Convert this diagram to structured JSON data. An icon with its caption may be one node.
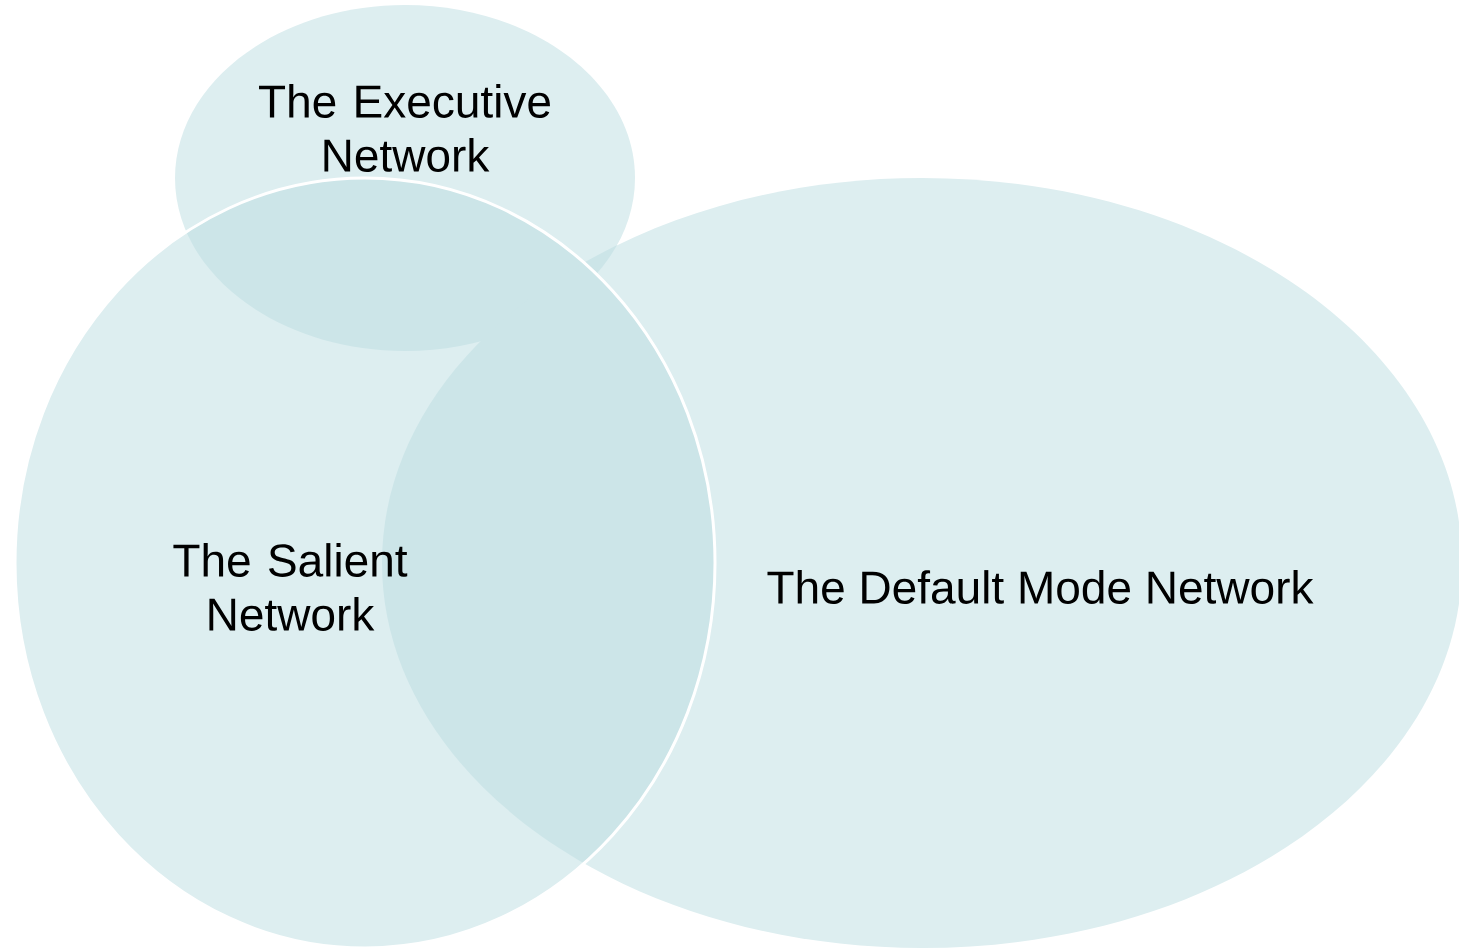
{
  "diagram": {
    "nodes": [
      {
        "text": [
          "The Executive Network"
        ]
      },
      {
        "text": [
          "The Salient Network"
        ]
      },
      {
        "text": [
          "The Default Mode Network"
        ]
      }
    ]
  }
}
